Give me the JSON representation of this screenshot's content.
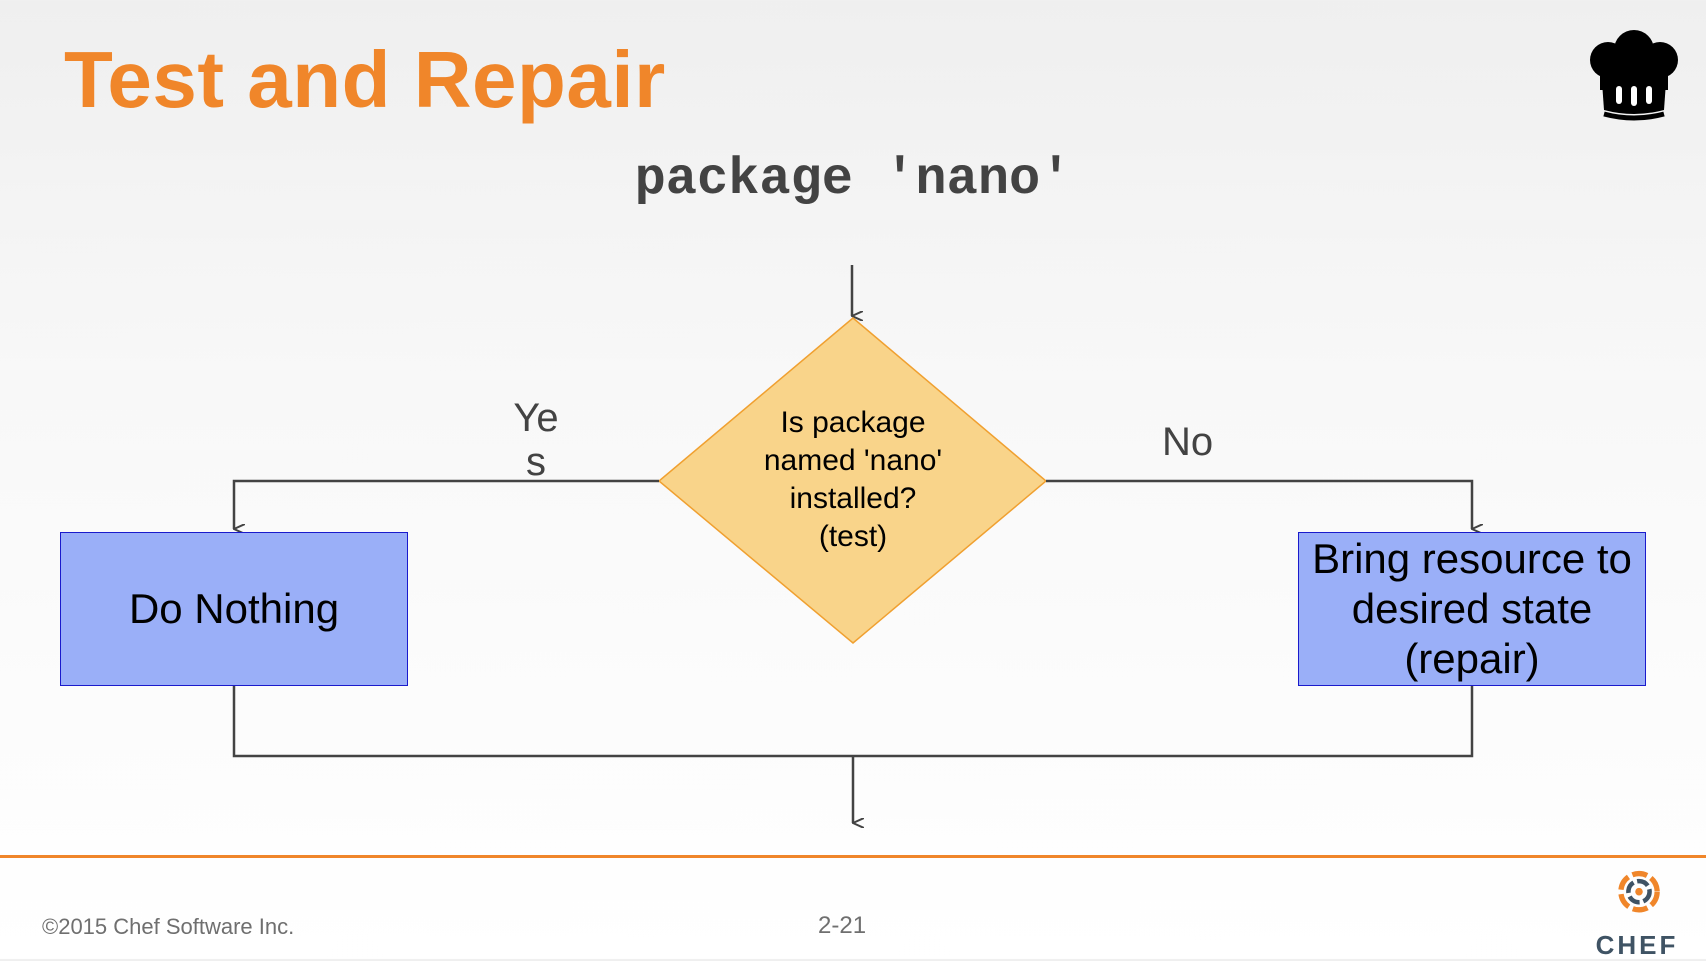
{
  "slide": {
    "title": "Test and Repair",
    "code": "package 'nano'",
    "decision": {
      "lines": [
        "Is package",
        "named 'nano'",
        "installed?",
        "(test)"
      ]
    },
    "yes_label": [
      "Ye",
      "s"
    ],
    "no_label": "No",
    "left_box": "Do Nothing",
    "right_box_lines": [
      "Bring resource to",
      "desired state",
      "(repair)"
    ],
    "footer": {
      "copyright": "©2015 Chef Software Inc.",
      "page_number": "2-21",
      "logo_text": "CHEF"
    }
  },
  "colors": {
    "title": "#f0862a",
    "diamond_fill": "#f9d48a",
    "diamond_stroke": "#f0a030",
    "box_fill": "#9aaff8",
    "box_stroke": "#1a1acc",
    "connector": "#434343",
    "footer_rule": "#f0862a"
  },
  "icons": {
    "top_right": "chef-hat-icon",
    "bottom_right": "chef-logo-icon"
  }
}
